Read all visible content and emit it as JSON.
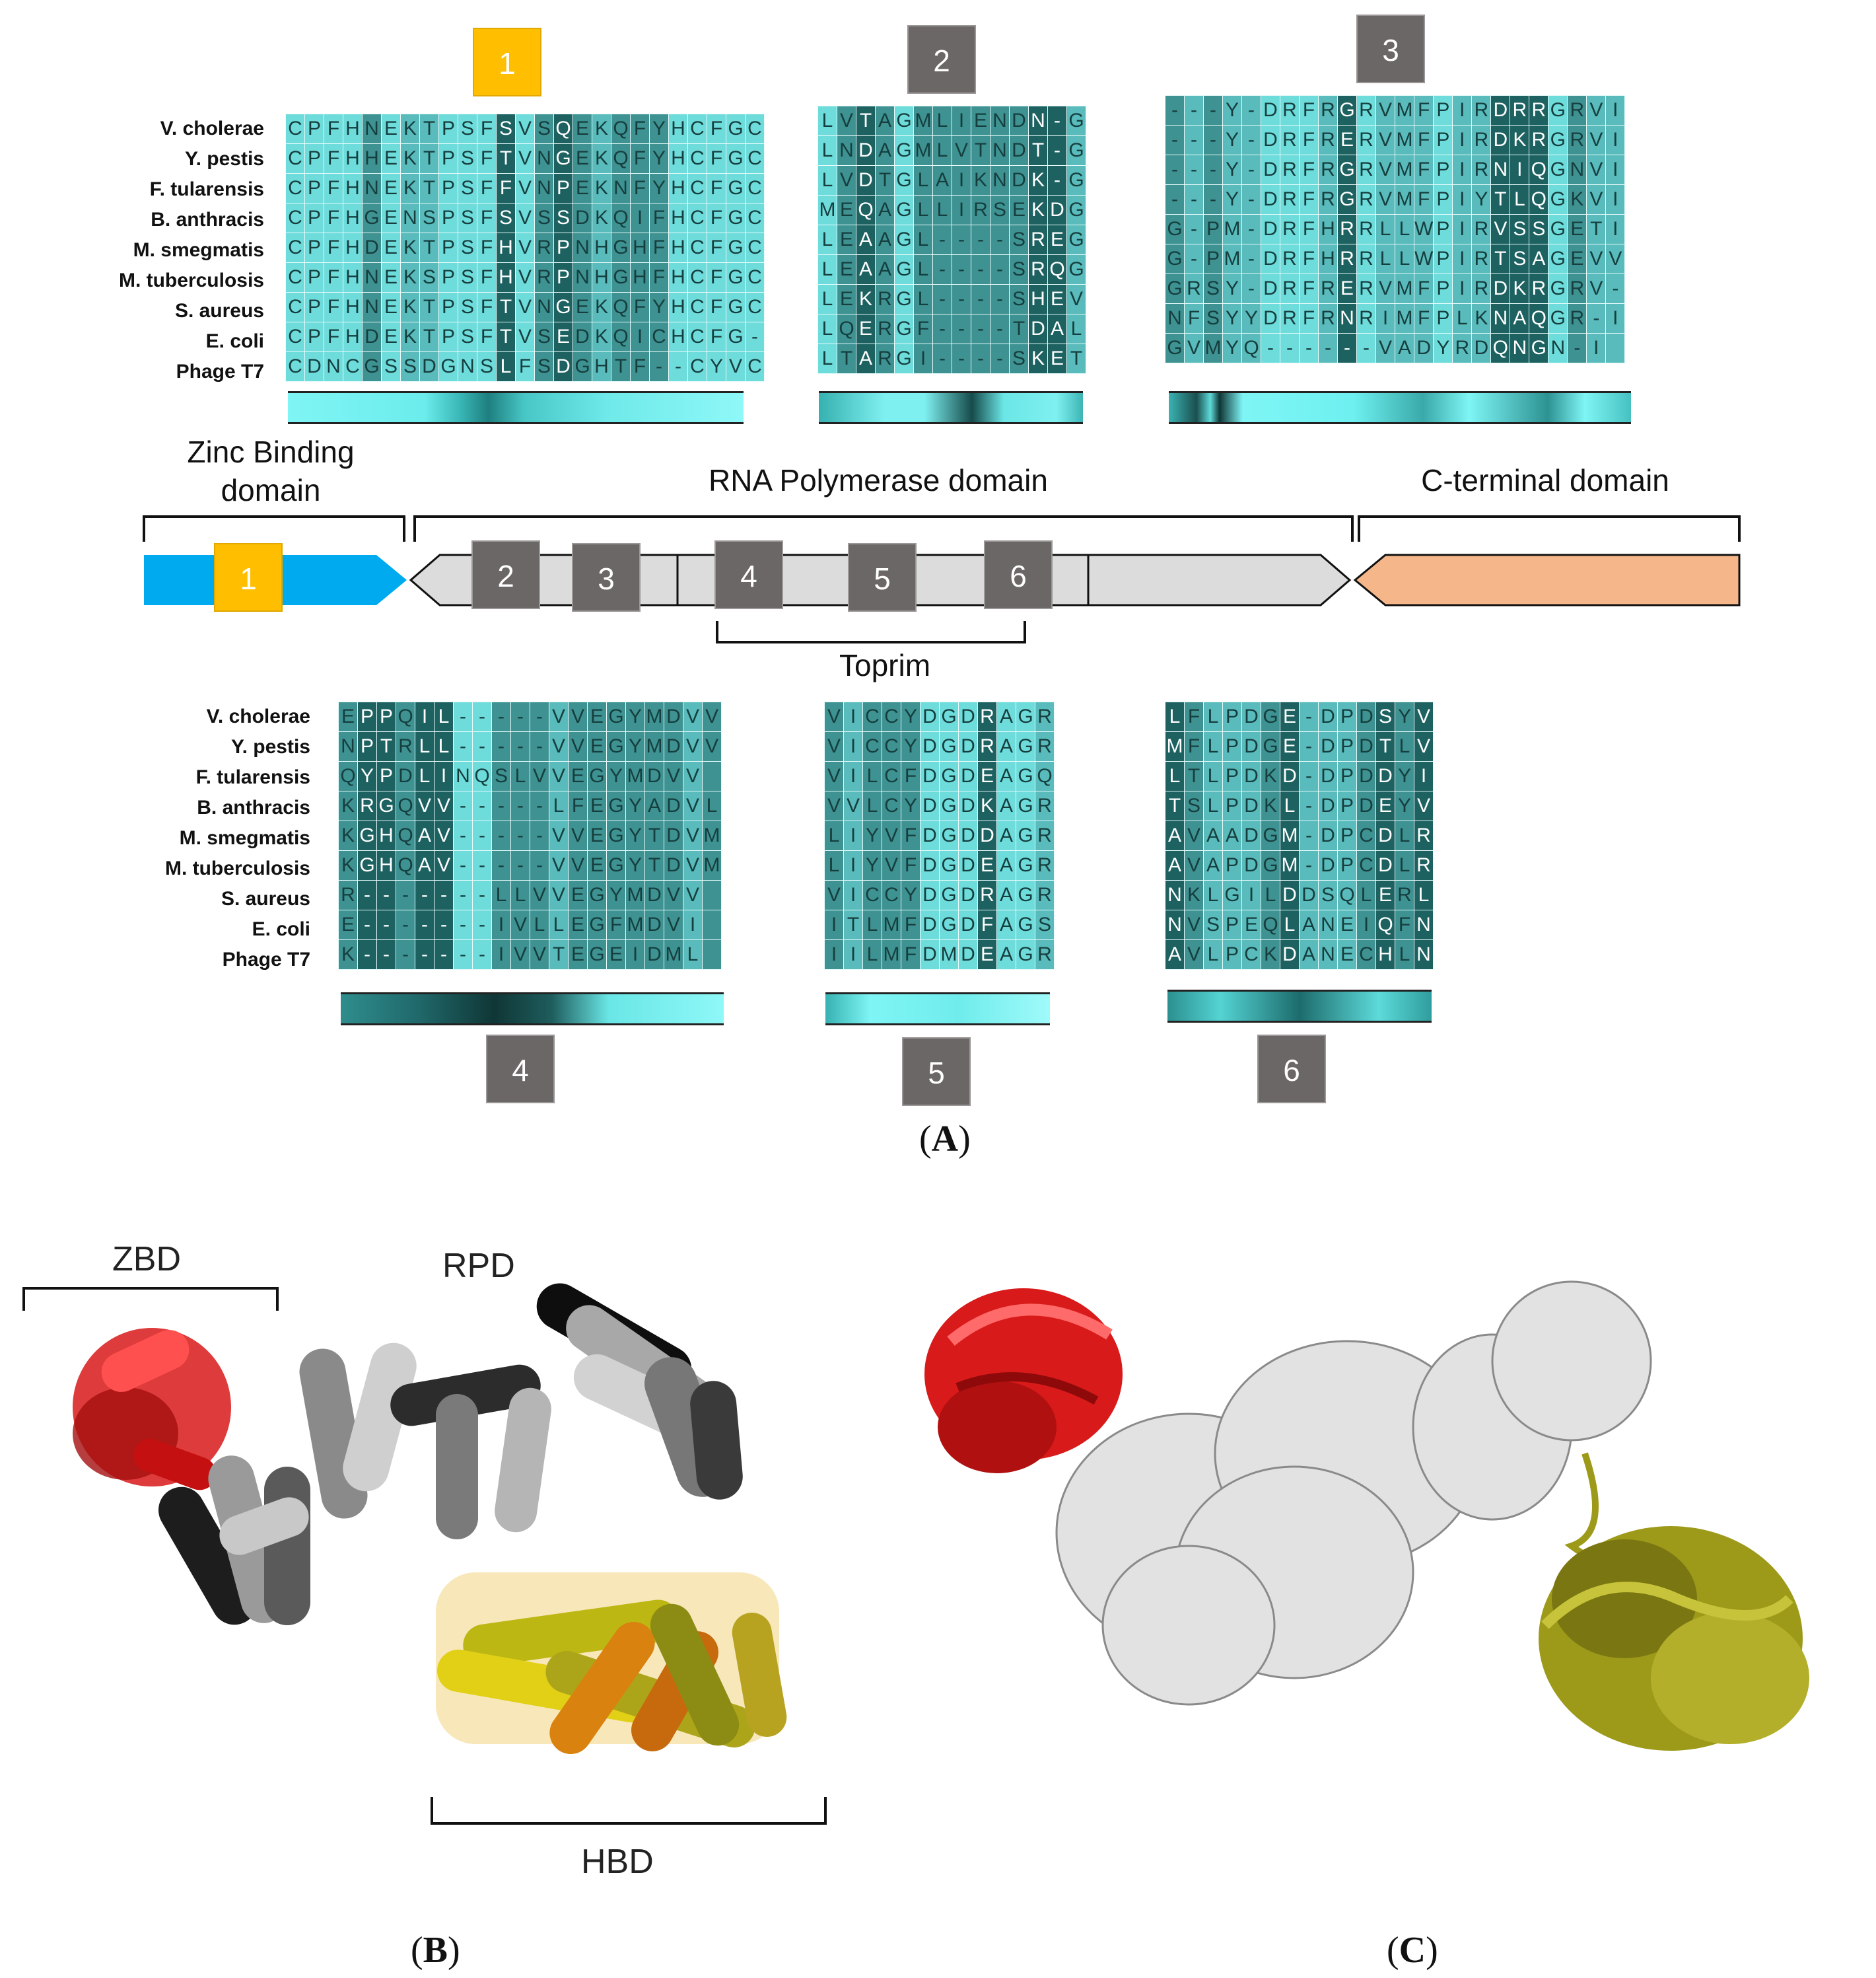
{
  "species": [
    "V. cholerae",
    "Y. pestis",
    "F. tularensis",
    "B. anthracis",
    "M. smegmatis",
    "M. tuberculosis",
    "S. aureus",
    "E. coli",
    "Phage T7"
  ],
  "alignments": {
    "m1": {
      "label": "1",
      "rows": [
        "CPFHNEKTPSFSVSQEKQFYHCFGC",
        "CPFHHEKTPSFTVNGEKQFYHCFGC",
        "CPFHNEKTPSFFVNPEKNFYHCFGC",
        "CPFHGENSPSFSVSSDKQIFHCFGC",
        "CPFHDEKTPSFHVRPNHGHFHCFGC",
        "CPFHNEKSPSFHVRPNHGHFHCFGC",
        "CPFHNEKTPSFTVNGEKQFYHCFGC",
        "CPFHDEKTPSFTVSEDKQICHCFG-",
        "CDNCGSSDGNSLFSDGHTF--CYVC"
      ]
    },
    "m2": {
      "label": "2",
      "rows": [
        "LVTAGMLIENDN-G",
        "LNDAGMLVTNDT-G",
        "LVDTGLAIKNDK-G",
        "MEQAGLLIRSEKDG",
        "LEAAGL----SREG",
        "LEAAGL----SRQG",
        "LEKRGL----SHEV",
        "LQERGF----TDAL",
        "LTARGI----SKET"
      ]
    },
    "m3": {
      "label": "3",
      "rows": [
        "---Y-DRFRGRVMFPIRDRRGRVI",
        "---Y-DRFRERVMFPIRDKRGRVI",
        "---Y-DRFRGRVMFPIRNIQGNVI",
        "---Y-DRFRGRVMFPIYTLQGKVI",
        "G-PM-DRFHRRLLWPIRVSSGETI",
        "G-PM-DRFHRRLLWPIRTSAGEVV",
        "GRSY-DRFRERVMFPIRDKRGRV-",
        "NFSYYDRFRNRIMFPLKNAQGR-I",
        "GVMYQ------VADYRDQNGN-I"
      ]
    },
    "m4": {
      "label": "4",
      "rows": [
        "EPPQIL-----VVEGYMDVV",
        "NPTRLL-----VVEGYMDVV",
        "QYPDLINQSLVVEGYMDVV",
        "KRGQVV-----LFEGYADVL",
        "KGHQAV-----VVEGYTDVM",
        "KGHQAV-----VVEGYTDVM",
        "R-------LLVVEGYMDVV",
        "E-------IVLLEGFMDVI",
        "K-------IVVTEGEIDML"
      ]
    },
    "m5": {
      "label": "5",
      "rows": [
        "VICCYDGDRAGR",
        "VICCYDGDRAGR",
        "VILCFDGDEAGQ",
        "VVLCYDGDKAGR",
        "LIYVFDGDDAGR",
        "LIYVFDGDEAGR",
        "VICCYDGDRAGR",
        "ITLMFDGDFAGS",
        "IILMFDMDEAGR"
      ]
    },
    "m6": {
      "label": "6",
      "rows": [
        "LFLPDGE-DPDSYV",
        "MFLPDGE-DPDTLV",
        "LTLPDKD-DPDDYI",
        "TSLPDKL-DPDEYV",
        "AVAADGM-DPCDLR",
        "AVAPDGM-DPCDLR",
        "NKLGILDDSQLERL",
        "NVSPEQLANEIQFN",
        "AVLPCKDANECHLN"
      ]
    }
  },
  "domains": {
    "zinc": "Zinc Binding\ndomain",
    "rna": "RNA Polymerase domain",
    "cterm": "C-terminal domain",
    "toprim": "Toprim"
  },
  "motif_numbers": [
    "1",
    "2",
    "3",
    "4",
    "5",
    "6"
  ],
  "panels": {
    "a": "A",
    "b": "B",
    "c": "C"
  },
  "structure_labels": {
    "zbd": "ZBD",
    "rpd": "RPD",
    "hbd": "HBD"
  },
  "colors": {
    "zinc_domain": "#00aaee",
    "rna_domain": "#dcdcdc",
    "cterm_domain": "#f5b78a",
    "motif_zinc": "#ffbf00",
    "motif_box": "#6b6766",
    "align_light": "#7ff5f5",
    "align_dark": "#1a6b6b",
    "zbd_red": "#d81a1a",
    "hbd_olive": "#9d9a1a"
  }
}
